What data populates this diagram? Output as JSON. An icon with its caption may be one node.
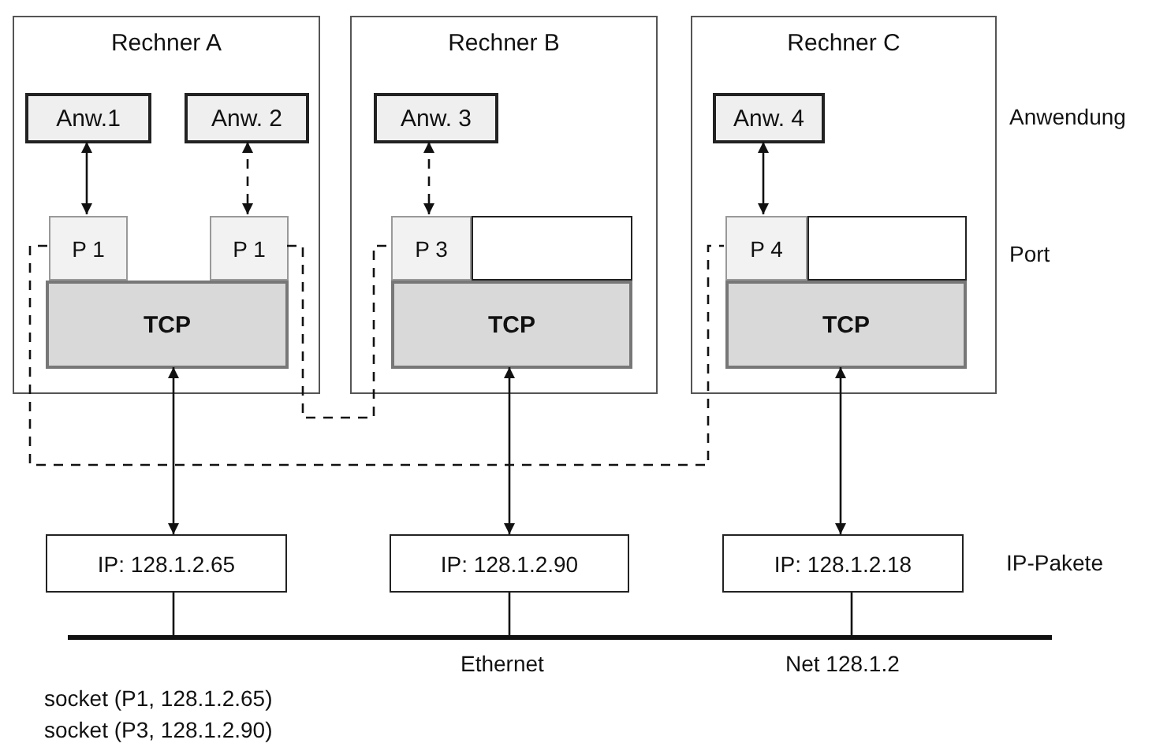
{
  "diagram": {
    "nodes": [
      {
        "text": [
          "Rechner A"
        ]
      },
      {
        "text": [
          "Anw.1"
        ],
        "in": 0
      },
      {
        "text": [
          "Anw. 2"
        ],
        "in": 0
      },
      {
        "text": [
          "P 1"
        ],
        "in": 0
      },
      {
        "text": [
          "P 1"
        ],
        "in": 0
      },
      {
        "text": [
          "TCP"
        ],
        "in": 0
      },
      {
        "text": [
          "Rechner B"
        ]
      },
      {
        "text": [
          "Anw. 3"
        ],
        "in": 6
      },
      {
        "text": [
          "P 3"
        ],
        "in": 6
      },
      {
        "text": [],
        "shape": "box",
        "in": 6
      },
      {
        "text": [
          "TCP"
        ],
        "in": 6
      },
      {
        "text": [
          "Rechner C"
        ]
      },
      {
        "text": [
          "Anw. 4"
        ],
        "in": 11
      },
      {
        "text": [
          "P 4"
        ],
        "in": 11
      },
      {
        "text": [],
        "shape": "box",
        "in": 11
      },
      {
        "text": [
          "TCP"
        ],
        "in": 11
      },
      {
        "text": [
          "IP: 128.1.2.65"
        ]
      },
      {
        "text": [
          "IP: 128.1.2.90"
        ]
      },
      {
        "text": [
          "IP: 128.1.2.18"
        ]
      },
      {
        "text": [],
        "shape": "bar",
        "beside": [
          "Ethernet",
          "Net 128.1.2"
        ]
      }
    ],
    "edges": [
      {
        "from": 1,
        "to": 3,
        "arrow": "both"
      },
      {
        "from": 2,
        "to": 4,
        "arrow": "both",
        "style": "dashed"
      },
      {
        "from": 7,
        "to": 8,
        "arrow": "both",
        "style": "dashed"
      },
      {
        "from": 12,
        "to": 13,
        "arrow": "both"
      },
      {
        "from": 4,
        "to": 8,
        "arrow": "none",
        "style": "dashed"
      },
      {
        "from": 3,
        "to": 13,
        "arrow": "none",
        "style": "dashed"
      },
      {
        "from": 5,
        "to": 16,
        "arrow": "both"
      },
      {
        "from": 10,
        "to": 17,
        "arrow": "both"
      },
      {
        "from": 15,
        "to": 18,
        "arrow": "both"
      },
      {
        "from": 16,
        "to": 19,
        "arrow": "none"
      },
      {
        "from": 17,
        "to": 19,
        "arrow": "none"
      },
      {
        "from": 18,
        "to": 19,
        "arrow": "none"
      }
    ],
    "labels": [
      "Anwendung",
      "Port",
      "IP-Pakete",
      "socket (P1, 128.1.2.65)",
      "socket (P3, 128.1.2.90)"
    ]
  }
}
